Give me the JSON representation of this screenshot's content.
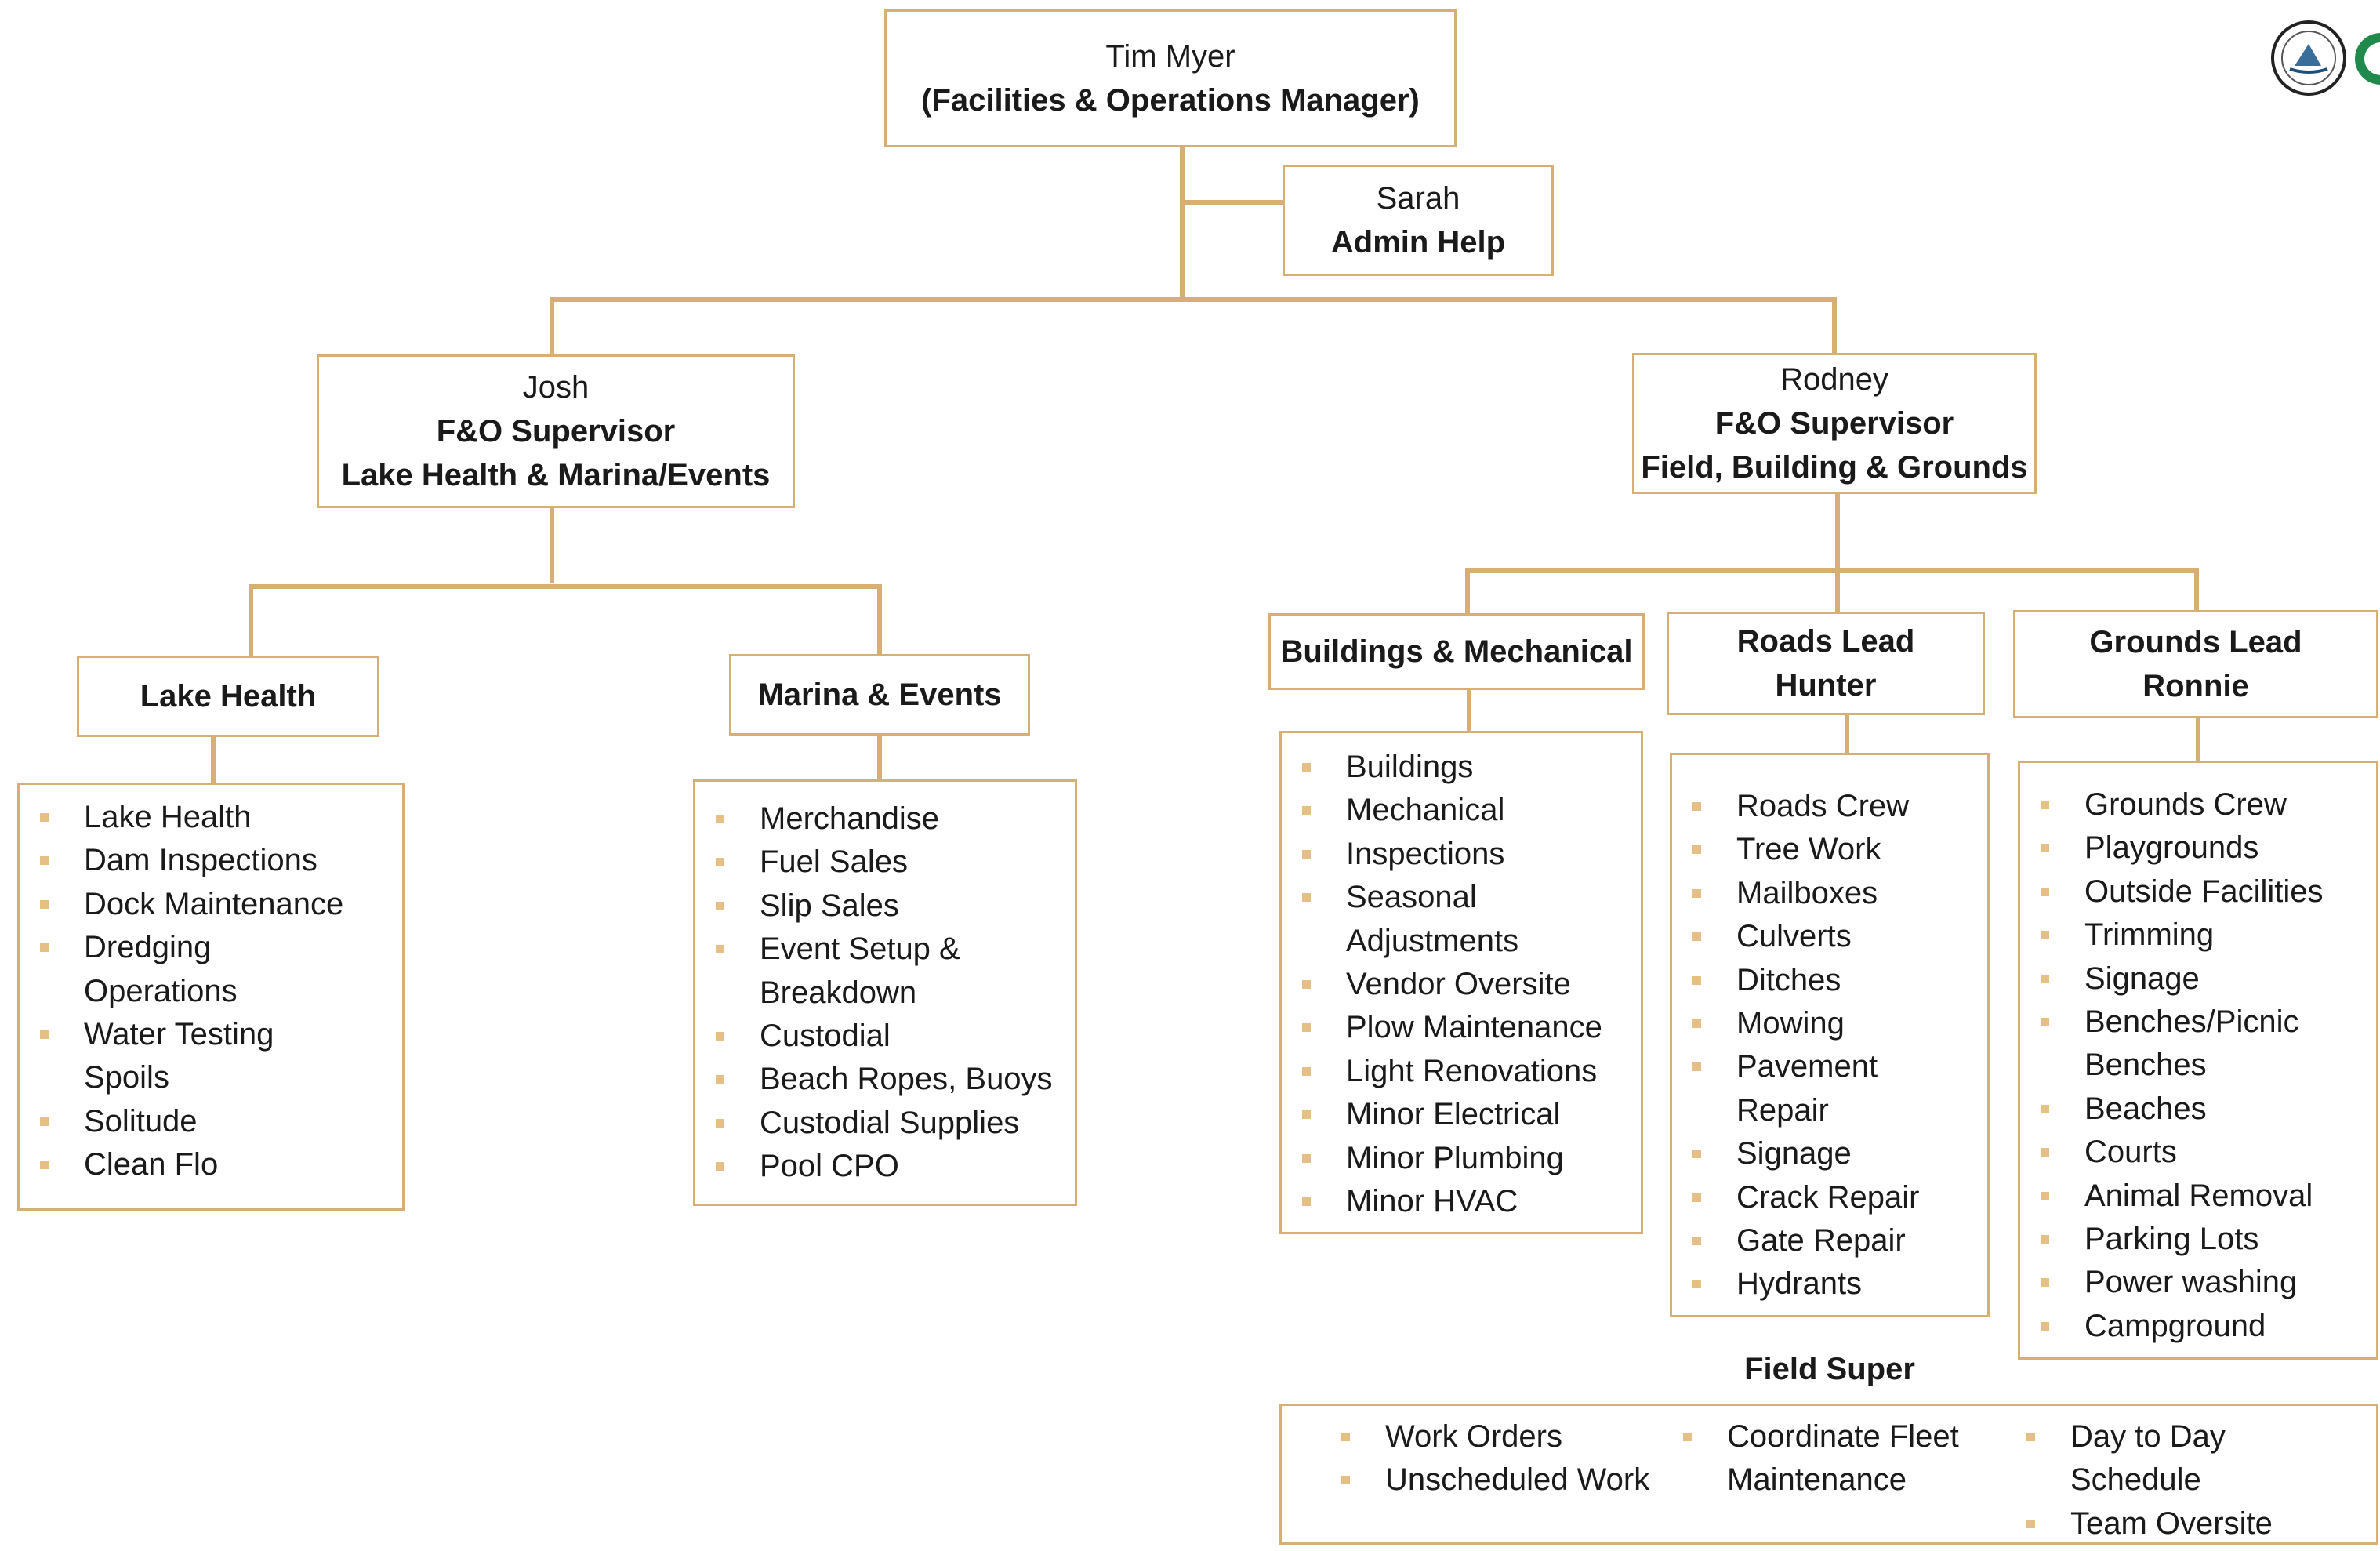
{
  "manager": {
    "name": "Tim Myer",
    "title": "(Facilities & Operations Manager)"
  },
  "admin": {
    "name": "Sarah",
    "role": "Admin Help"
  },
  "supervisor_left": {
    "name": "Josh",
    "title": "F&O Supervisor",
    "area": "Lake Health & Marina/Events"
  },
  "supervisor_right": {
    "name": "Rodney",
    "title": "F&O Supervisor",
    "area": "Field, Building & Grounds"
  },
  "lake_health": {
    "title": "Lake Health",
    "items": [
      "Lake Health",
      "Dam Inspections",
      "Dock Maintenance",
      "Dredging",
      "Operations",
      "Water Testing",
      "Spoils",
      "Solitude",
      "Clean Flo"
    ]
  },
  "marina_events": {
    "title": "Marina & Events",
    "items": [
      "Merchandise",
      "Fuel Sales",
      "Slip Sales",
      "Event Setup &",
      "Breakdown",
      "Custodial",
      "Beach Ropes, Buoys",
      "Custodial Supplies",
      "Pool CPO"
    ]
  },
  "buildings": {
    "title": "Buildings & Mechanical",
    "items": [
      "Buildings",
      "Mechanical",
      "Inspections",
      "Seasonal",
      "Adjustments",
      "Vendor Oversite",
      "Plow Maintenance",
      "Light Renovations",
      "Minor Electrical",
      "Minor Plumbing",
      "Minor HVAC"
    ]
  },
  "roads": {
    "title_line1": "Roads Lead",
    "title_line2": "Hunter",
    "items": [
      "Roads Crew",
      "Tree Work",
      "Mailboxes",
      "Culverts",
      "Ditches",
      "Mowing",
      "Pavement",
      "Repair",
      "Signage",
      "Crack Repair",
      "Gate Repair",
      "Hydrants"
    ]
  },
  "grounds": {
    "title_line1": "Grounds Lead",
    "title_line2": "Ronnie",
    "items": [
      "Grounds Crew",
      "Playgrounds",
      "Outside Facilities",
      "Trimming",
      "Signage",
      "Benches/Picnic",
      "Benches",
      "Beaches",
      "Courts",
      "Animal Removal",
      "Parking Lots",
      "Power washing",
      "Campground"
    ]
  },
  "field_super": {
    "title": "Field Super",
    "col1": [
      "Work Orders",
      "Unscheduled Work"
    ],
    "col2": [
      "Coordinate Fleet",
      "Maintenance"
    ],
    "col3": [
      "Day to Day",
      "Schedule",
      "Team Oversite"
    ]
  },
  "colors": {
    "line": "#d7ae74",
    "bullet": "#e6bf87"
  },
  "icons": [
    "community-seal-logo",
    "green-circle-logo"
  ]
}
